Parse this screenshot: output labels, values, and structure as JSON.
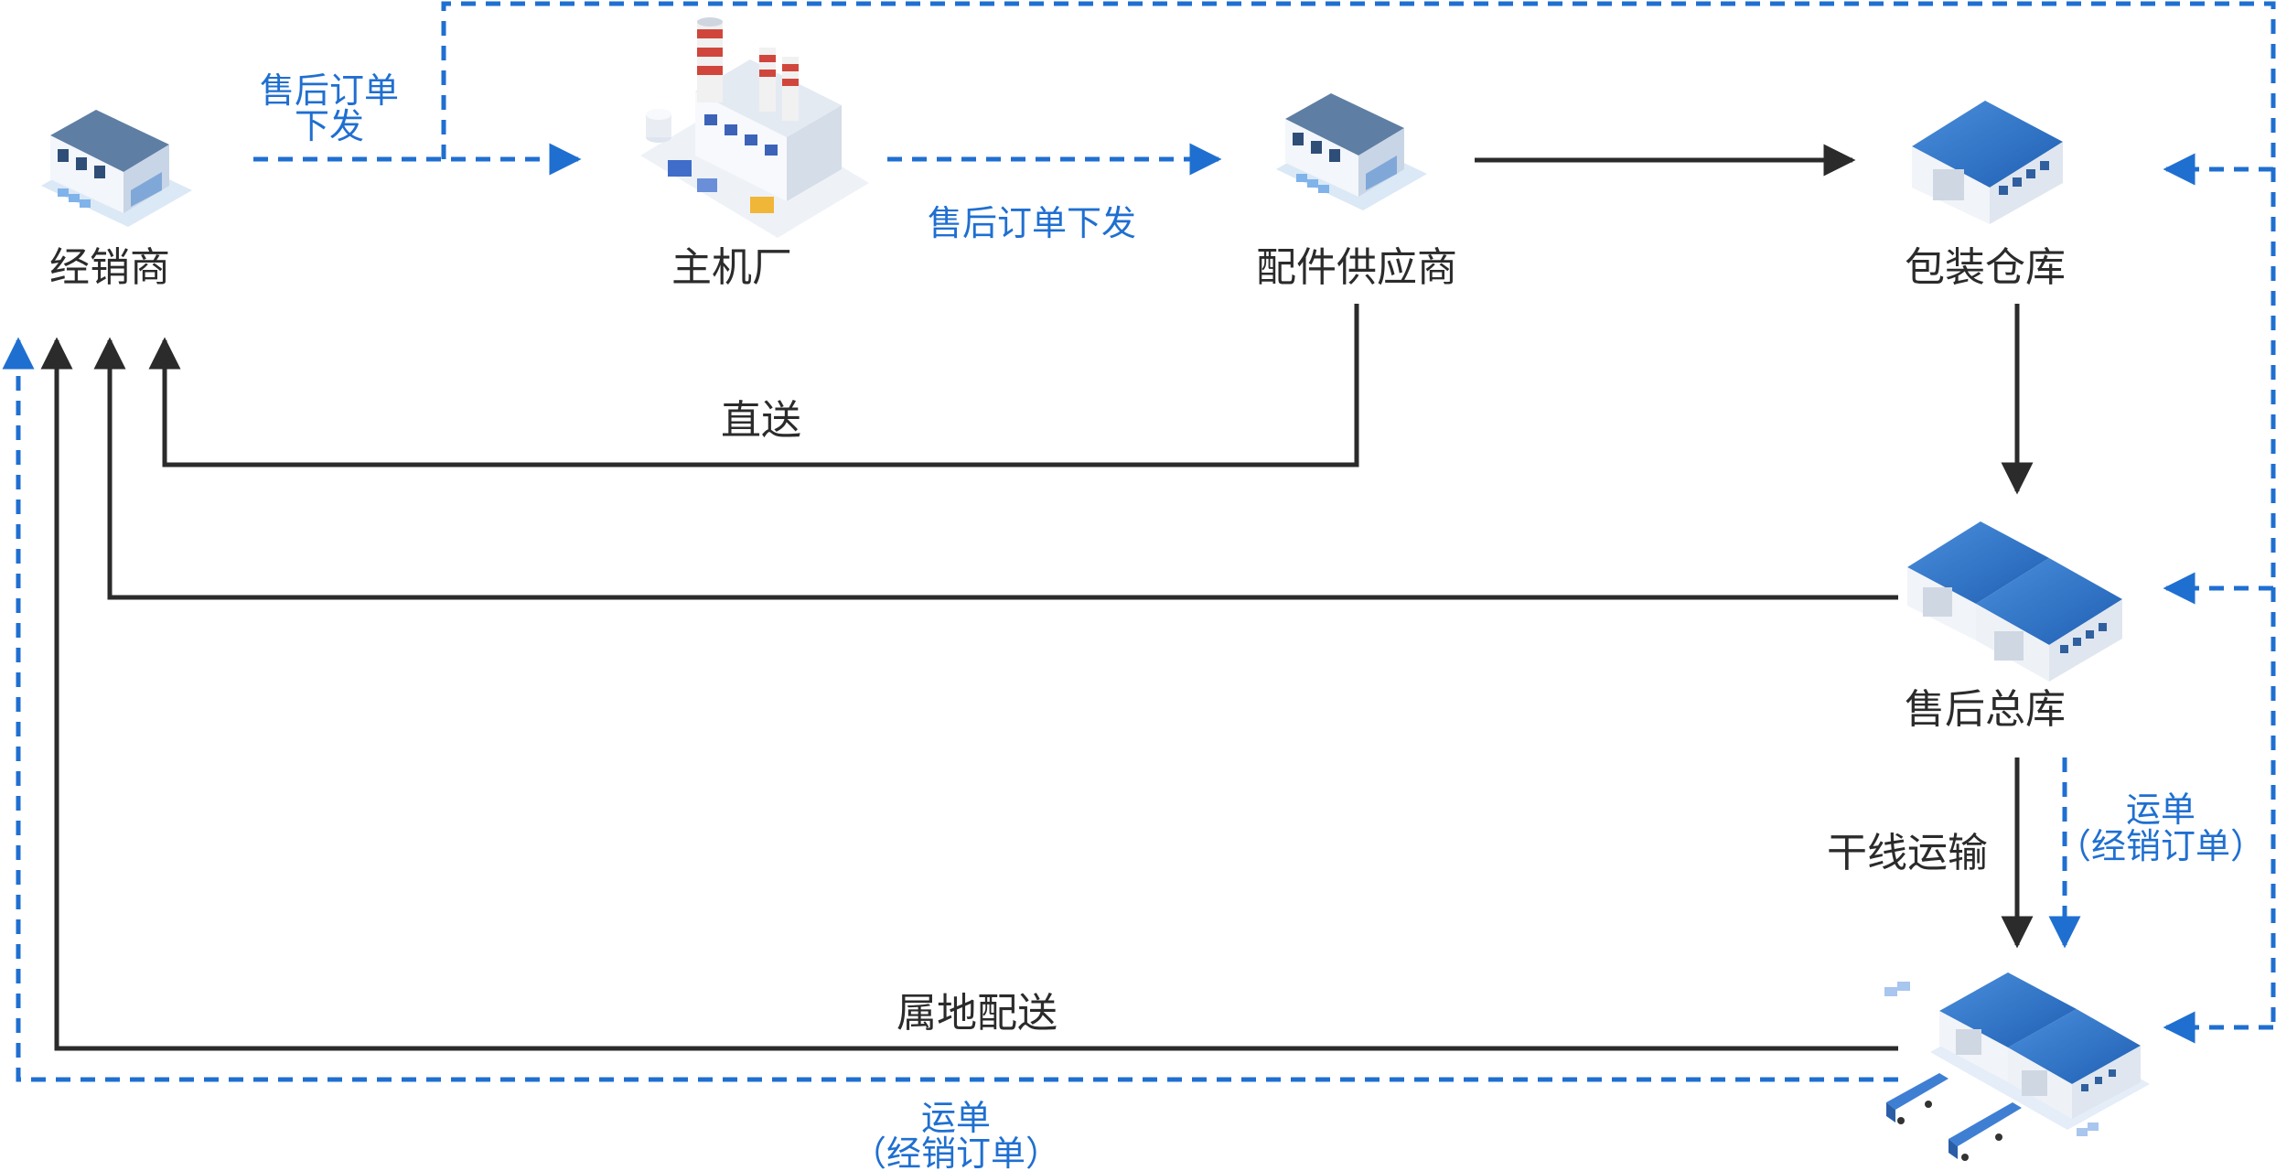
{
  "nodes": {
    "dealer": "经销商",
    "oem": "主机厂",
    "supplier": "配件供应商",
    "packaging_warehouse": "包装仓库",
    "aftersales_hq": "售后总库",
    "local_warehouse": ""
  },
  "edges": {
    "order_dispatch_1_line1": "售后订单",
    "order_dispatch_1_line2": "下发",
    "order_dispatch_2": "售后订单下发",
    "direct_ship": "直送",
    "trunk_transport": "干线运输",
    "local_delivery": "属地配送",
    "waybill_right_line1": "运单",
    "waybill_right_line2": "（经销订单）",
    "waybill_bottom_line1": "运单",
    "waybill_bottom_line2": "（经销订单）"
  },
  "colors": {
    "solid_flow": "#2b2b2b",
    "dashed_flow": "#1f6fd1",
    "roof": "#2f78c9",
    "wall": "#e8eef6"
  },
  "icons": {
    "dealer": "dealer-building-icon",
    "oem": "factory-icon",
    "supplier": "supplier-building-icon",
    "packaging_warehouse": "warehouse-icon",
    "aftersales_hq": "double-warehouse-icon",
    "local_warehouse": "logistics-hub-icon"
  }
}
